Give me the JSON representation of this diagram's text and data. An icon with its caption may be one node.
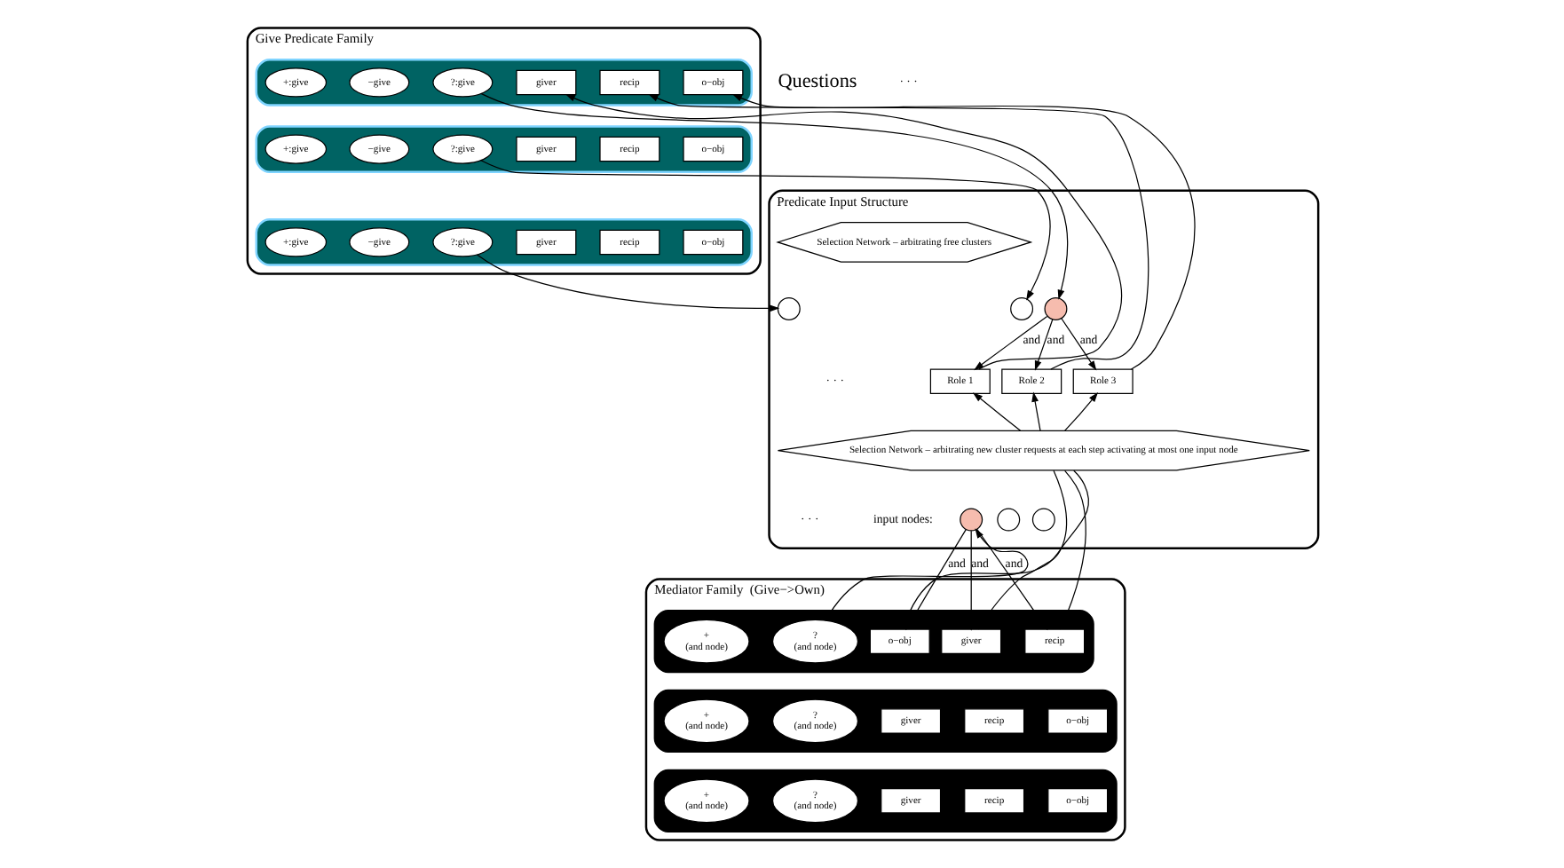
{
  "diagram": {
    "nodes": [
      {
        "text": [
          "Give Predicate Family"
        ]
      },
      {
        "text": [],
        "shape": "bar",
        "in": 0
      },
      {
        "text": [
          "+:give"
        ],
        "in": 1
      },
      {
        "text": [
          "−give"
        ],
        "in": 1
      },
      {
        "text": [
          "?:give"
        ],
        "in": 1
      },
      {
        "text": [
          "giver"
        ],
        "in": 1
      },
      {
        "text": [
          "recip"
        ],
        "in": 1
      },
      {
        "text": [
          "o−obj"
        ],
        "in": 1
      },
      {
        "text": [],
        "shape": "bar",
        "in": 0
      },
      {
        "text": [
          "+:give"
        ],
        "in": 8
      },
      {
        "text": [
          "−give"
        ],
        "in": 8
      },
      {
        "text": [
          "?:give"
        ],
        "in": 8
      },
      {
        "text": [
          "giver"
        ],
        "in": 8
      },
      {
        "text": [
          "recip"
        ],
        "in": 8
      },
      {
        "text": [
          "o−obj"
        ],
        "in": 8
      },
      {
        "text": [],
        "shape": "bar",
        "in": 0
      },
      {
        "text": [
          "+:give"
        ],
        "in": 15
      },
      {
        "text": [
          "−give"
        ],
        "in": 15
      },
      {
        "text": [
          "?:give"
        ],
        "in": 15
      },
      {
        "text": [
          "giver"
        ],
        "in": 15
      },
      {
        "text": [
          "recip"
        ],
        "in": 15
      },
      {
        "text": [
          "o−obj"
        ],
        "in": 15
      },
      {
        "text": [
          "Predicate Input Structure"
        ]
      },
      {
        "text": [
          "Selection Network – arbitrating free clusters"
        ],
        "in": 22
      },
      {
        "text": [],
        "shape": "circle",
        "in": 22
      },
      {
        "text": [],
        "shape": "circle",
        "in": 22
      },
      {
        "text": [],
        "shape": "circle",
        "in": 22
      },
      {
        "text": [
          "Role 1"
        ],
        "in": 22
      },
      {
        "text": [
          "Role 2"
        ],
        "in": 22
      },
      {
        "text": [
          "Role 3"
        ],
        "in": 22
      },
      {
        "text": [
          "Selection Network – arbitrating new cluster requests at each step activating at most one input node"
        ],
        "in": 22
      },
      {
        "text": [],
        "shape": "circle",
        "in": 22
      },
      {
        "text": [],
        "shape": "circle",
        "in": 22
      },
      {
        "text": [],
        "shape": "circle",
        "in": 22
      },
      {
        "text": [
          "Mediator Family  (Give−>Own)"
        ]
      },
      {
        "text": [],
        "shape": "bar",
        "in": 34
      },
      {
        "text": [
          "+",
          "(and node)"
        ],
        "in": 35
      },
      {
        "text": [
          "?",
          "(and node)"
        ],
        "in": 35
      },
      {
        "text": [
          "giver"
        ],
        "in": 35
      },
      {
        "text": [
          "recip"
        ],
        "in": 35
      },
      {
        "text": [
          "o−obj"
        ],
        "in": 35
      },
      {
        "text": [],
        "shape": "bar",
        "in": 34
      },
      {
        "text": [
          "+",
          "(and node)"
        ],
        "in": 41
      },
      {
        "text": [
          "?",
          "(and node)"
        ],
        "in": 41
      },
      {
        "text": [
          "giver"
        ],
        "in": 41
      },
      {
        "text": [
          "recip"
        ],
        "in": 41
      },
      {
        "text": [
          "o−obj"
        ],
        "in": 41
      },
      {
        "text": [],
        "shape": "bar",
        "in": 34
      },
      {
        "text": [
          "+",
          "(and node)"
        ],
        "in": 47
      },
      {
        "text": [
          "?",
          "(and node)"
        ],
        "in": 47
      },
      {
        "text": [
          "giver"
        ],
        "in": 47
      },
      {
        "text": [
          "recip"
        ],
        "in": 47
      },
      {
        "text": [
          "o−obj"
        ],
        "in": 47
      }
    ],
    "edges": [
      {
        "from": 4,
        "to": 24,
        "arrow": "to"
      },
      {
        "from": 11,
        "to": 25,
        "arrow": "to"
      },
      {
        "from": 18,
        "to": 26,
        "arrow": "to"
      },
      {
        "from": 24,
        "to": 27,
        "arrow": "to",
        "label": "and"
      },
      {
        "from": 24,
        "to": 28,
        "arrow": "to",
        "label": "and"
      },
      {
        "from": 24,
        "to": 29,
        "arrow": "to",
        "label": "and"
      },
      {
        "from": 27,
        "to": 5,
        "arrow": "to"
      },
      {
        "from": 28,
        "to": 6,
        "arrow": "to"
      },
      {
        "from": 29,
        "to": 7,
        "arrow": "to"
      },
      {
        "from": 30,
        "to": 27,
        "arrow": "to"
      },
      {
        "from": 30,
        "to": 28,
        "arrow": "to"
      },
      {
        "from": 30,
        "to": 29,
        "arrow": "to"
      },
      {
        "from": 37,
        "to": 33,
        "arrow": "to"
      },
      {
        "from": 33,
        "to": 38,
        "arrow": "to",
        "label": "and"
      },
      {
        "from": 33,
        "to": 39,
        "arrow": "to",
        "label": "and"
      },
      {
        "from": 33,
        "to": 40,
        "arrow": "to",
        "label": "and"
      },
      {
        "from": 38,
        "to": 30,
        "arrow": "none"
      },
      {
        "from": 39,
        "to": 30,
        "arrow": "none"
      },
      {
        "from": 40,
        "to": 30,
        "arrow": "none"
      }
    ],
    "labels": [
      "Questions",
      "· · ·",
      "input nodes:",
      "· · ·",
      "· · ·"
    ]
  }
}
